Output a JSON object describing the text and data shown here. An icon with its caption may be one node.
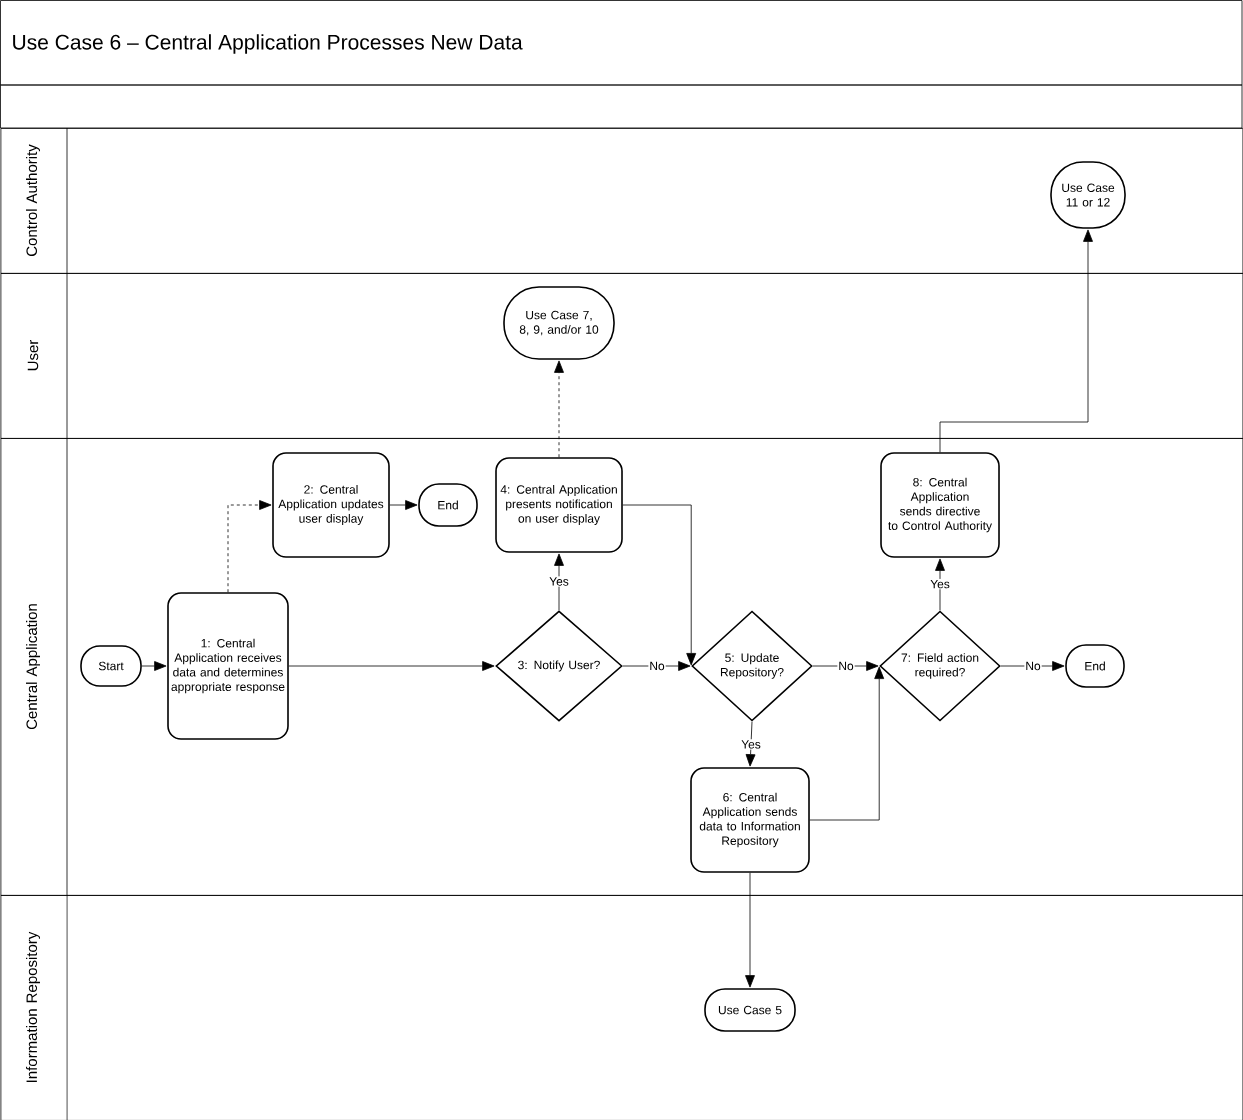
{
  "diagram": {
    "title": "Use Case 6  – Central Application Processes New Data",
    "nodes": [
      {
        "text": [
          "Control Authority"
        ]
      },
      {
        "text": [
          "User"
        ]
      },
      {
        "text": [
          "Central Application"
        ]
      },
      {
        "text": [
          "Information Repository"
        ]
      },
      {
        "text": [
          "Use Case 11 or 12"
        ],
        "in": 0
      },
      {
        "text": [
          "Use Case 7, 8, 9, and/or 10"
        ],
        "in": 1
      },
      {
        "text": [
          "Start"
        ],
        "in": 2
      },
      {
        "text": [
          "1: Central Application receives data and determines appropriate response"
        ],
        "in": 2
      },
      {
        "text": [
          "2: Central Application updates user display"
        ],
        "in": 2
      },
      {
        "text": [
          "End"
        ],
        "in": 2
      },
      {
        "text": [
          "4: Central Application presents notification on user display"
        ],
        "in": 2
      },
      {
        "text": [
          "3: Notify User?"
        ],
        "in": 2
      },
      {
        "text": [
          "5: Update Repository?"
        ],
        "in": 2
      },
      {
        "text": [
          "6: Central Application sends data to Information Repository"
        ],
        "in": 2
      },
      {
        "text": [
          "7: Field action required?"
        ],
        "in": 2
      },
      {
        "text": [
          "8: Central Application sends directive to Control Authority"
        ],
        "in": 2
      },
      {
        "text": [
          "End"
        ],
        "in": 2
      },
      {
        "text": [
          "Use Case 5"
        ],
        "in": 3
      }
    ],
    "edges": [
      {
        "from": 6,
        "to": 7,
        "arrow": "to"
      },
      {
        "from": 7,
        "to": 8,
        "arrow": "to",
        "style": "dashed"
      },
      {
        "from": 8,
        "to": 9,
        "arrow": "to"
      },
      {
        "from": 7,
        "to": 11,
        "arrow": "to"
      },
      {
        "from": 11,
        "to": 10,
        "arrow": "to",
        "label": "Yes"
      },
      {
        "from": 10,
        "to": 5,
        "arrow": "to",
        "style": "dashed"
      },
      {
        "from": 10,
        "to": 12,
        "arrow": "to"
      },
      {
        "from": 11,
        "to": 12,
        "arrow": "to",
        "label": "No"
      },
      {
        "from": 12,
        "to": 14,
        "arrow": "to",
        "label": "No"
      },
      {
        "from": 12,
        "to": 13,
        "arrow": "to",
        "label": "Yes"
      },
      {
        "from": 13,
        "to": 14,
        "arrow": "to"
      },
      {
        "from": 14,
        "to": 16,
        "arrow": "to",
        "label": "No"
      },
      {
        "from": 14,
        "to": 15,
        "arrow": "to",
        "label": "Yes"
      },
      {
        "from": 15,
        "to": 4,
        "arrow": "to"
      },
      {
        "from": 13,
        "to": 17,
        "arrow": "to"
      }
    ]
  }
}
